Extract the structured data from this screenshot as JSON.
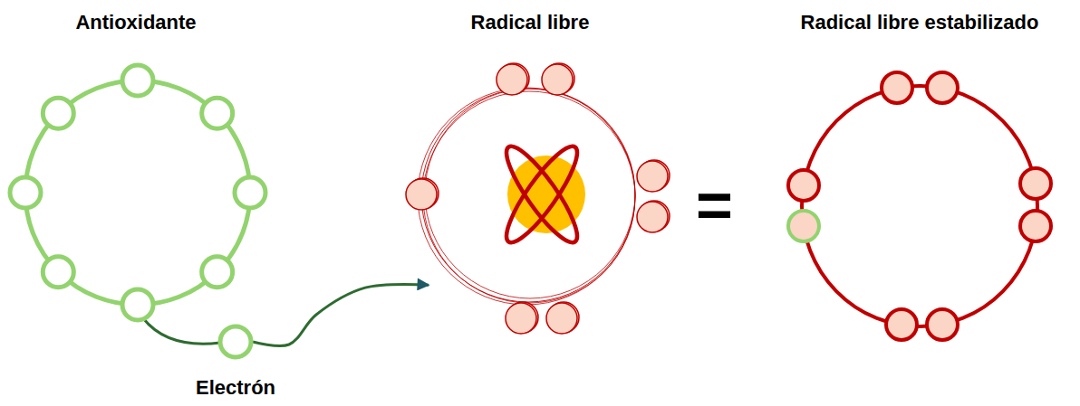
{
  "diagram": {
    "nodes": [
      {
        "text": [
          "Antioxidante"
        ]
      },
      {
        "text": [
          "Electrón"
        ]
      },
      {
        "text": [
          "Radical libre"
        ]
      },
      {
        "text": [
          "Radical libre estabilizado"
        ]
      }
    ],
    "edges": [
      {
        "from": 1,
        "to": 2,
        "arrow": "to"
      }
    ],
    "labels": [
      "="
    ]
  }
}
